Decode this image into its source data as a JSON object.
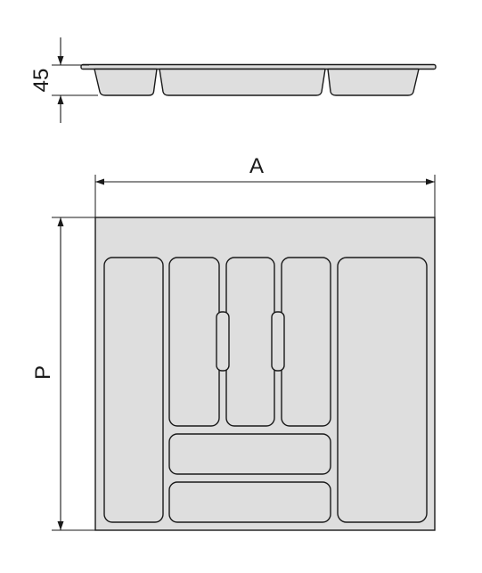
{
  "dimensions": {
    "height": "45",
    "width": "A",
    "depth": "P"
  },
  "colors": {
    "tray_fill": "#dedede",
    "line": "#1a1a1a",
    "background": "#ffffff"
  },
  "icons": {
    "arrowhead": "filled-triangle-arrow"
  }
}
